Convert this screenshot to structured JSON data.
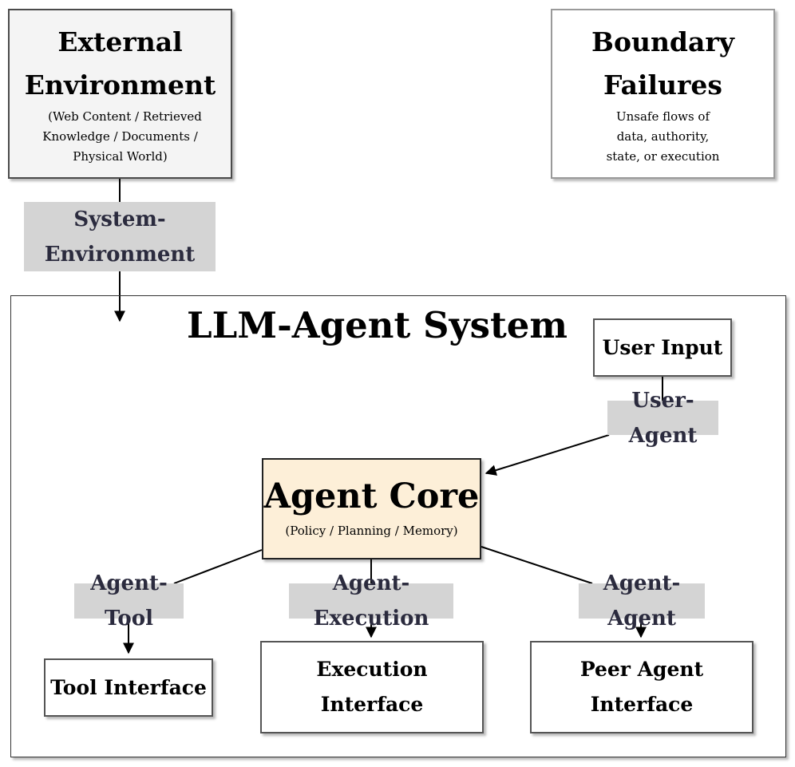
{
  "external": {
    "title_line1": "External",
    "title_line2": "Environment",
    "detail_line1": "(Web Content / Retrieved",
    "detail_line2": "Knowledge / Documents /",
    "detail_line3": "Physical World)"
  },
  "boundary": {
    "title_line1": "Boundary",
    "title_line2": "Failures",
    "detail_line1": "Unsafe flows of",
    "detail_line2": "data, authority,",
    "detail_line3": "state, or execution"
  },
  "system": {
    "title": "LLM-Agent System"
  },
  "core": {
    "title": "Agent Core",
    "subtitle": "(Policy / Planning / Memory)"
  },
  "user_input": {
    "label": "User Input"
  },
  "tool_interface": {
    "label": "Tool Interface"
  },
  "execution_interface": {
    "line1": "Execution",
    "line2": "Interface"
  },
  "peer_interface": {
    "line1": "Peer Agent",
    "line2": "Interface"
  },
  "edges": {
    "system_environment_line1": "System-",
    "system_environment_line2": "Environment",
    "user_agent": "User-Agent",
    "agent_tool": "Agent-Tool",
    "agent_execution": "Agent-Execution",
    "agent_agent": "Agent-Agent"
  },
  "colors": {
    "external_fill": "#f4f4f4",
    "core_fill": "#fdefd8",
    "edge_label_fill": "#d4d4d4",
    "edge_label_text": "#2b2b3e"
  }
}
